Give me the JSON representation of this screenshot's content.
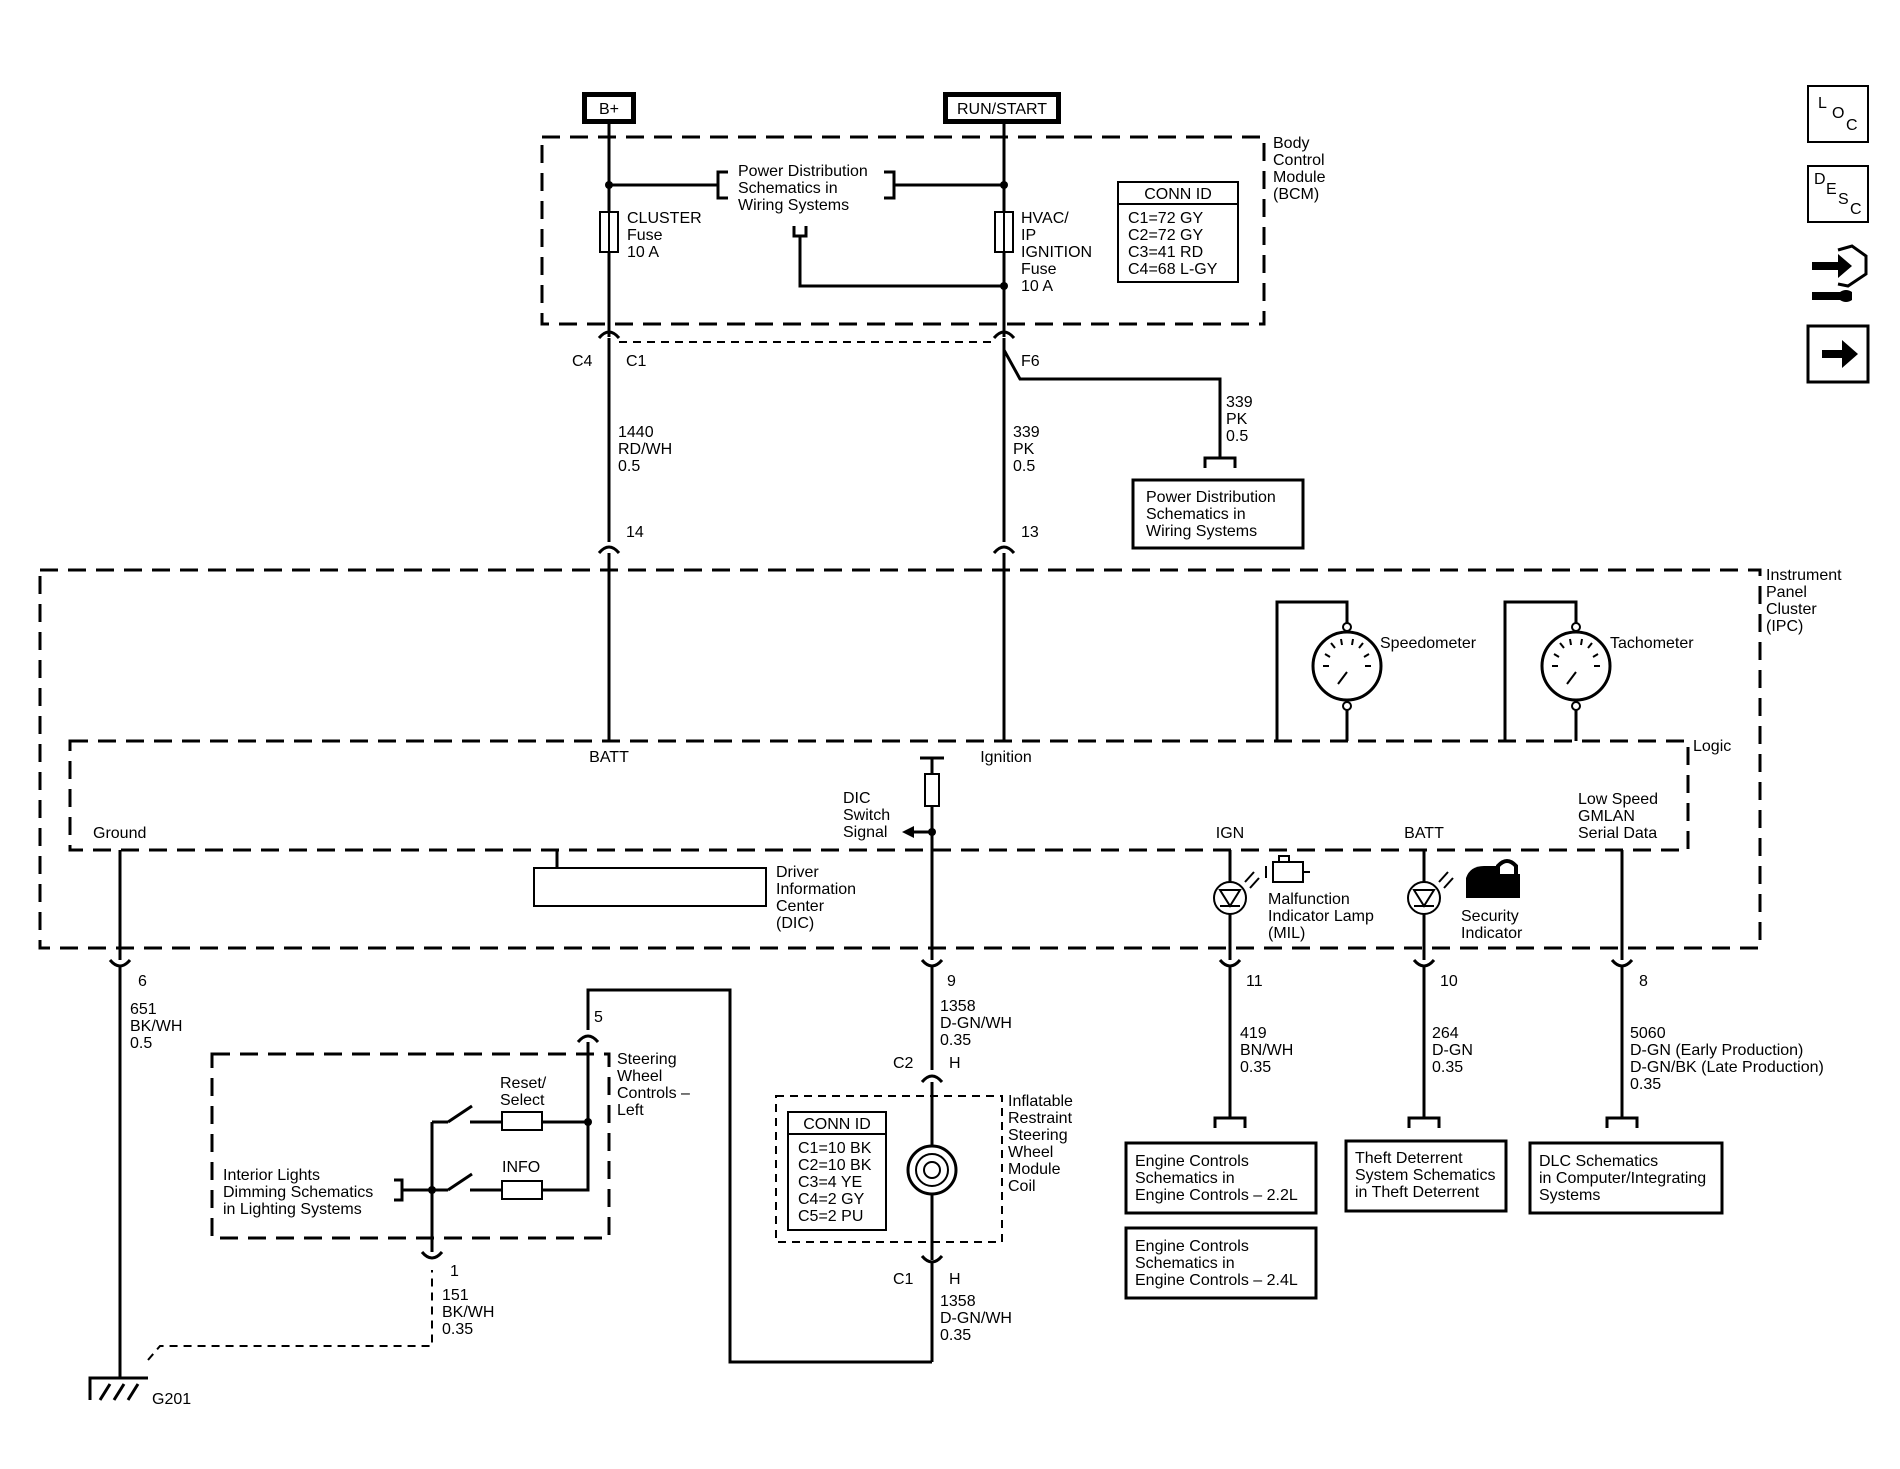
{
  "power": {
    "bplus": "B+",
    "runstart": "RUN/START"
  },
  "bcm": {
    "title": [
      "Body",
      "Control",
      "Module",
      "(BCM)"
    ],
    "pdist": [
      "Power Distribution",
      "Schematics in",
      "Wiring Systems"
    ],
    "cluster_fuse": [
      "CLUSTER",
      "Fuse",
      "10 A"
    ],
    "hvac_fuse": [
      "HVAC/",
      "IP",
      "IGNITION",
      "Fuse",
      "10 A"
    ],
    "conn": {
      "header": "CONN ID",
      "rows": [
        "C1=72 GY",
        "C2=72 GY",
        "C3=41 RD",
        "C4=68 L-GY"
      ]
    },
    "c4": "C4",
    "c1": "C1",
    "f6": "F6"
  },
  "wires": {
    "w1440": [
      "1440",
      "RD/WH",
      "0.5"
    ],
    "w339a": [
      "339",
      "PK",
      "0.5"
    ],
    "w339b": [
      "339",
      "PK",
      "0.5"
    ],
    "w651": [
      "651",
      "BK/WH",
      "0.5"
    ],
    "w1358a": [
      "1358",
      "D-GN/WH",
      "0.35"
    ],
    "w1358b": [
      "1358",
      "D-GN/WH",
      "0.35"
    ],
    "w151": [
      "151",
      "BK/WH",
      "0.35"
    ],
    "w419": [
      "419",
      "BN/WH",
      "0.35"
    ],
    "w264": [
      "264",
      "D-GN",
      "0.35"
    ],
    "w5060": [
      "5060",
      "D-GN (Early Production)",
      "D-GN/BK (Late Production)",
      "0.35"
    ]
  },
  "pdist_box": [
    "Power Distribution",
    "Schematics in",
    "Wiring Systems"
  ],
  "pins": {
    "p14": "14",
    "p13": "13",
    "p6": "6",
    "p9": "9",
    "p11": "11",
    "p10": "10",
    "p8": "8",
    "p5": "5",
    "p1": "1"
  },
  "ipc": {
    "title": [
      "Instrument",
      "Panel",
      "Cluster",
      "(IPC)"
    ],
    "speedometer": "Speedometer",
    "tachometer": "Tachometer",
    "logic": "Logic",
    "batt": "BATT",
    "ignition": "Ignition",
    "ground": "Ground",
    "dic_switch": [
      "DIC",
      "Switch",
      "Signal"
    ],
    "dic": [
      "Driver",
      "Information",
      "Center",
      "(DIC)"
    ],
    "ign": "IGN",
    "batt2": "BATT",
    "gmlan": [
      "Low Speed",
      "GMLAN",
      "Serial Data"
    ],
    "mil": [
      "Malfunction",
      "Indicator Lamp",
      "(MIL)"
    ],
    "security": [
      "Security",
      "Indicator"
    ]
  },
  "swc": {
    "title": [
      "Steering",
      "Wheel",
      "Controls –",
      "Left"
    ],
    "reset": [
      "Reset/",
      "Select"
    ],
    "info": "INFO",
    "dimming": [
      "Interior Lights",
      "Dimming Schematics",
      "in Lighting Systems"
    ]
  },
  "coil": {
    "c2": "C2",
    "h1": "H",
    "c1": "C1",
    "h2": "H",
    "title": [
      "Inflatable",
      "Restraint",
      "Steering",
      "Wheel",
      "Module",
      "Coil"
    ],
    "conn": {
      "header": "CONN ID",
      "rows": [
        "C1=10 BK",
        "C2=10 BK",
        "C3=4 YE",
        "C4=2 GY",
        "C5=2 PU"
      ]
    }
  },
  "ground": "G201",
  "refs": {
    "engine22": [
      "Engine Controls",
      "Schematics in",
      "Engine Controls – 2.2L"
    ],
    "engine24": [
      "Engine Controls",
      "Schematics in",
      "Engine Controls – 2.4L"
    ],
    "theft": [
      "Theft Deterrent",
      "System Schematics",
      "in Theft Deterrent"
    ],
    "dlc": [
      "DLC Schematics",
      "in Computer/Integrating",
      "Systems"
    ]
  },
  "nav": {
    "loc": [
      "L",
      "O",
      "C"
    ],
    "desc": [
      "D",
      "E",
      "S",
      "C"
    ]
  }
}
